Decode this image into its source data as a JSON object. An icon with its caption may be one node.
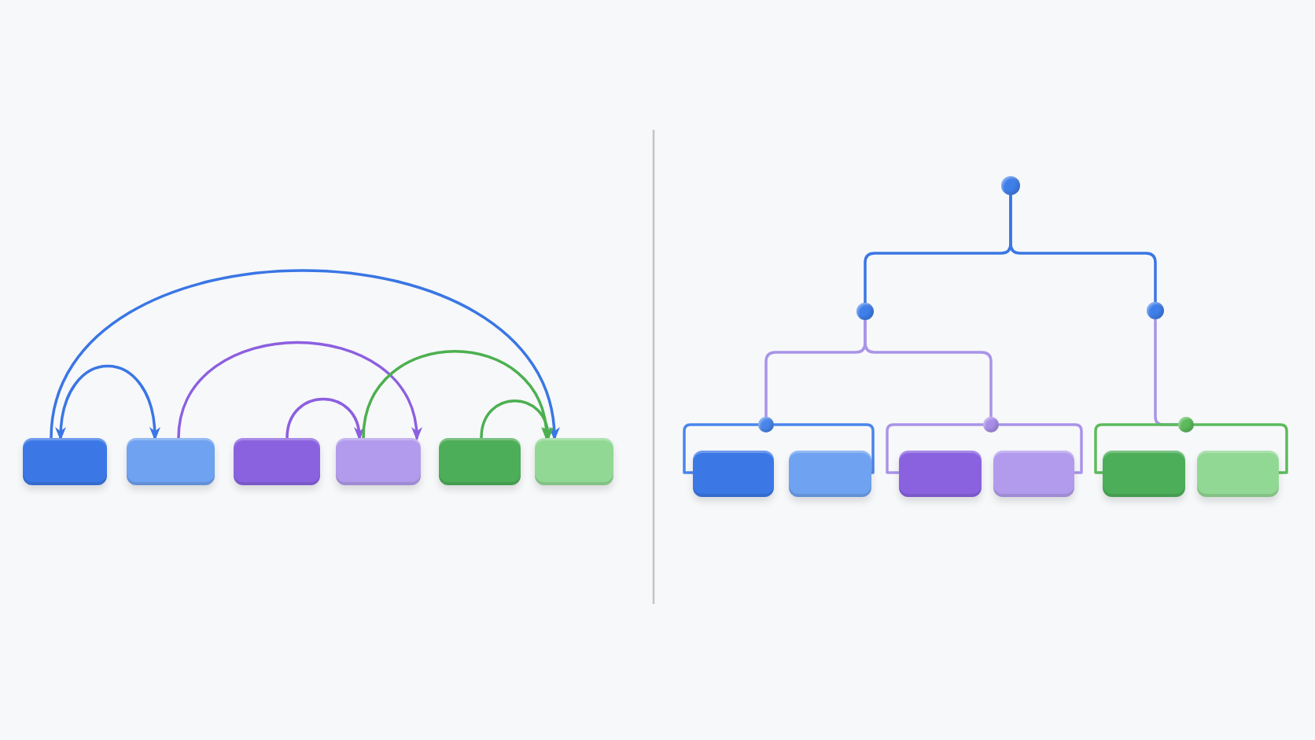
{
  "diagram": {
    "nodes": [
      {
        "text": [],
        "shape": "box"
      },
      {
        "text": [],
        "shape": "box"
      },
      {
        "text": [],
        "shape": "box"
      },
      {
        "text": [],
        "shape": "box"
      },
      {
        "text": [],
        "shape": "box"
      },
      {
        "text": [],
        "shape": "box"
      },
      {
        "text": [],
        "shape": "circle"
      },
      {
        "text": [],
        "shape": "circle"
      },
      {
        "text": [],
        "shape": "circle"
      },
      {
        "text": [],
        "shape": "circle"
      },
      {
        "text": [],
        "shape": "circle"
      },
      {
        "text": [],
        "shape": "circle"
      },
      {
        "text": [],
        "shape": "box"
      },
      {
        "text": [],
        "shape": "box"
      },
      {
        "text": [],
        "shape": "box"
      },
      {
        "text": [],
        "shape": "box"
      },
      {
        "text": [],
        "shape": "box"
      },
      {
        "text": [],
        "shape": "box"
      }
    ],
    "edges": [
      {
        "from": 0,
        "to": 5,
        "arrow": "to",
        "color": "#3a76e4"
      },
      {
        "from": 0,
        "to": 1,
        "arrow": "both",
        "color": "#3a76e4"
      },
      {
        "from": 1,
        "to": 3,
        "arrow": "to",
        "color": "#8c5fe0"
      },
      {
        "from": 2,
        "to": 3,
        "arrow": "to",
        "color": "#8c5fe0"
      },
      {
        "from": 3,
        "to": 5,
        "arrow": "to",
        "color": "#4cb050"
      },
      {
        "from": 4,
        "to": 5,
        "arrow": "to",
        "color": "#4cb050"
      },
      {
        "from": 6,
        "to": 7,
        "arrow": "none",
        "color": "#3a76e4"
      },
      {
        "from": 6,
        "to": 8,
        "arrow": "none",
        "color": "#3a76e4"
      },
      {
        "from": 7,
        "to": 9,
        "arrow": "none",
        "color": "#a994e8"
      },
      {
        "from": 7,
        "to": 10,
        "arrow": "none",
        "color": "#a994e8"
      },
      {
        "from": 8,
        "to": 11,
        "arrow": "none",
        "color": "#a994e8"
      },
      {
        "from": 9,
        "to": 12,
        "arrow": "none",
        "color": "#4a86ea"
      },
      {
        "from": 9,
        "to": 13,
        "arrow": "none",
        "color": "#4a86ea"
      },
      {
        "from": 10,
        "to": 14,
        "arrow": "none",
        "color": "#a994e8"
      },
      {
        "from": 10,
        "to": 15,
        "arrow": "none",
        "color": "#a994e8"
      },
      {
        "from": 11,
        "to": 16,
        "arrow": "none",
        "color": "#5cbb5c"
      },
      {
        "from": 11,
        "to": 17,
        "arrow": "none",
        "color": "#5cbb5c"
      }
    ]
  }
}
